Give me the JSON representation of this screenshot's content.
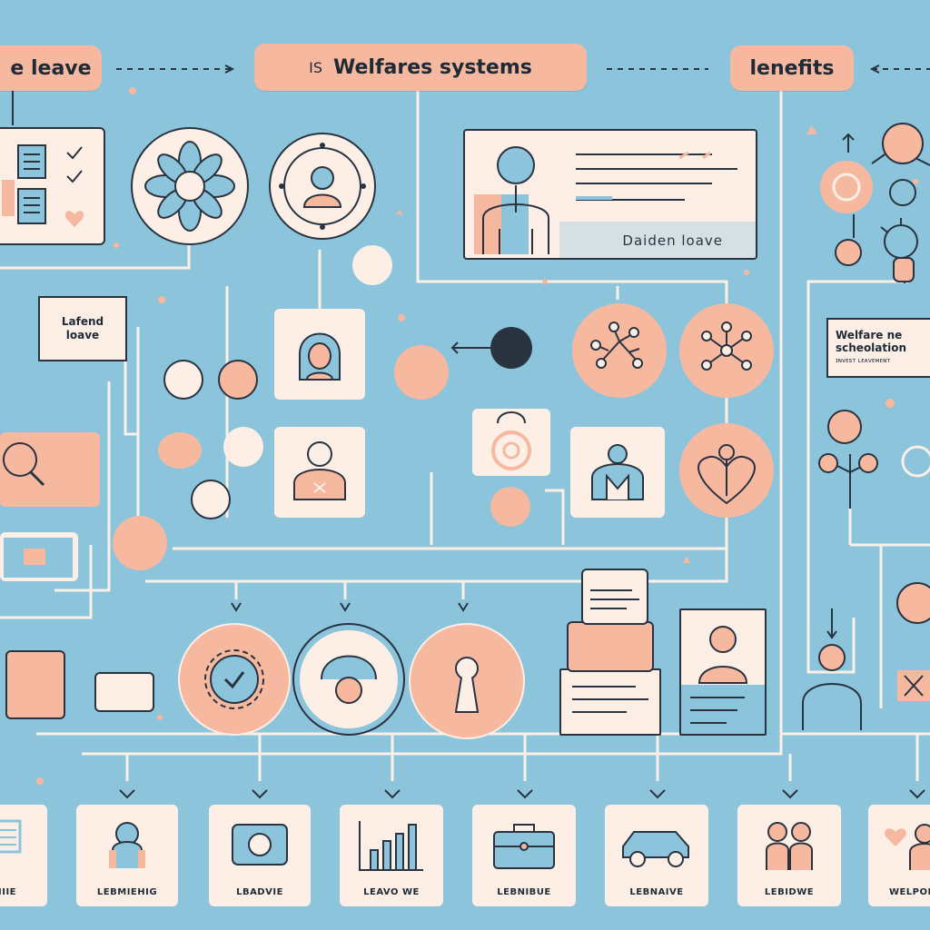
{
  "headers": {
    "left": "e leave",
    "center_prefix": "IS",
    "center": "Welfares systems",
    "right": "lenefits"
  },
  "cards": {
    "profile_card_caption": "Daiden loave",
    "left_note_line1": "Lafend",
    "left_note_line2": "loave",
    "right_note_line1": "Welfare ne",
    "right_note_line2": "scheolation",
    "right_note_line3": "ɪɴᴠᴇsᴛ ʟᴇᴀᴠᴇᴍᴇɴᴛ"
  },
  "bottom_tiles": [
    {
      "icon": "document-icon",
      "caption": "IIIE"
    },
    {
      "icon": "person-badge-icon",
      "caption": "LEBMIEHIG"
    },
    {
      "icon": "gear-card-icon",
      "caption": "LBADVIE"
    },
    {
      "icon": "bar-chart-icon",
      "caption": "LEAVO WE"
    },
    {
      "icon": "briefcase-icon",
      "caption": "LEBNIBUE"
    },
    {
      "icon": "car-icon",
      "caption": "LEBNAIVE"
    },
    {
      "icon": "couple-icon",
      "caption": "LEBIDWE"
    },
    {
      "icon": "heart-person-icon",
      "caption": "WELPOEI"
    }
  ],
  "colors": {
    "background": "#8cc4dc",
    "peach": "#f7b8a0",
    "cream": "#fdefe6",
    "ink": "#2a3340",
    "line": "#fdefe6"
  }
}
